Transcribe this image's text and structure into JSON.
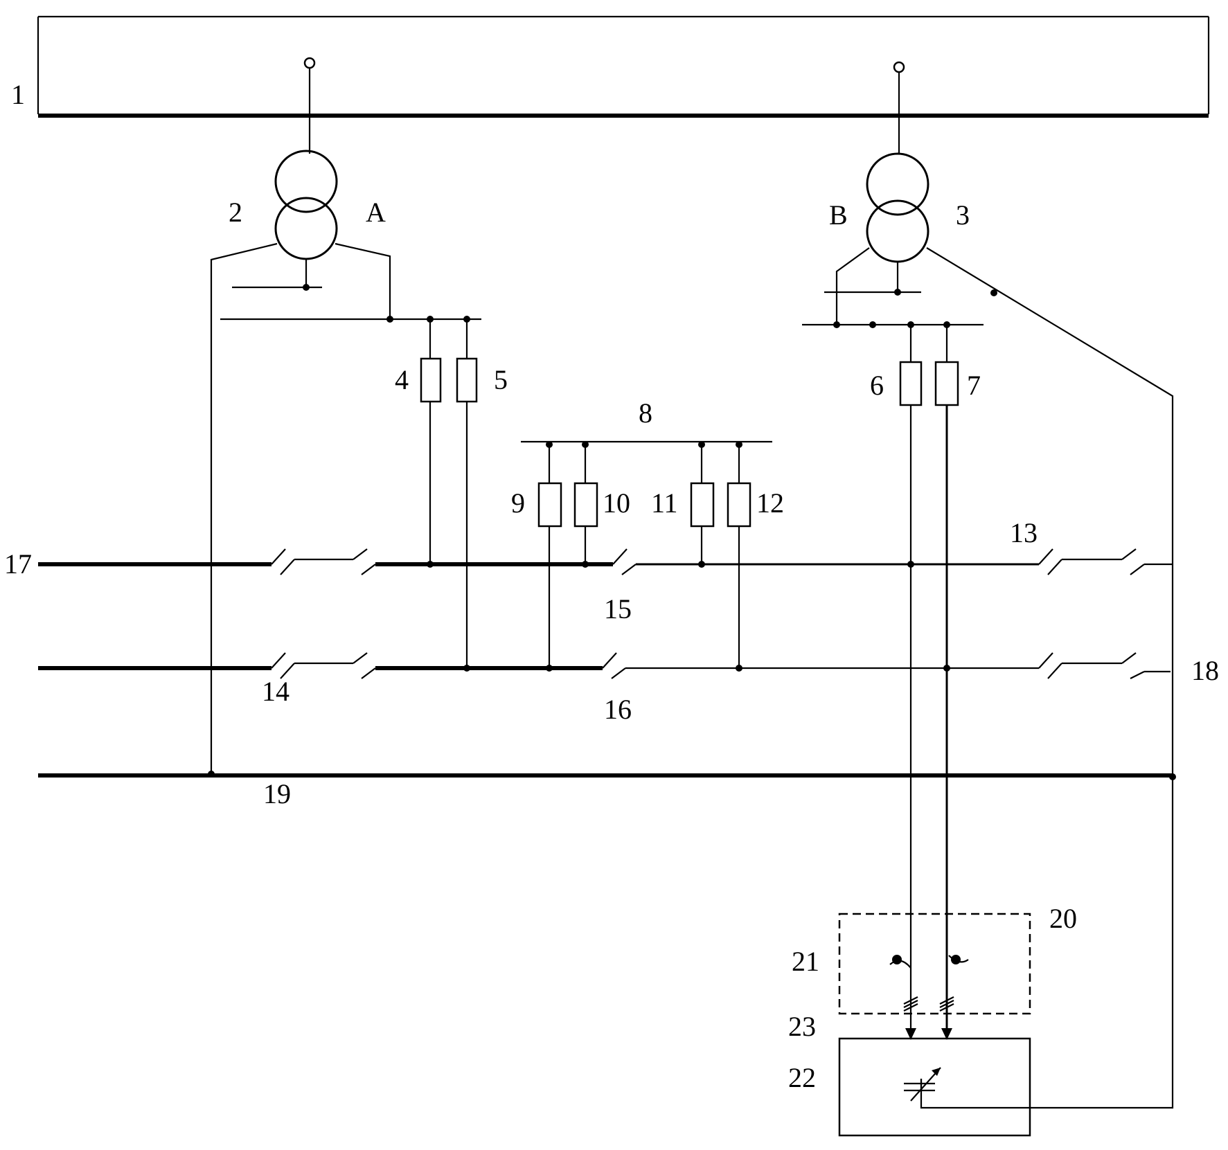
{
  "diagram": {
    "labels": {
      "l1": "1",
      "l2": "2",
      "lA": "A",
      "lB": "B",
      "l3": "3",
      "l4": "4",
      "l5": "5",
      "l6": "6",
      "l7": "7",
      "l8": "8",
      "l9": "9",
      "l10": "10",
      "l11": "11",
      "l12": "12",
      "l13": "13",
      "l14": "14",
      "l15": "15",
      "l16": "16",
      "l17": "17",
      "l18": "18",
      "l19": "19",
      "l20": "20",
      "l21": "21",
      "l22": "22",
      "l23": "23"
    }
  }
}
